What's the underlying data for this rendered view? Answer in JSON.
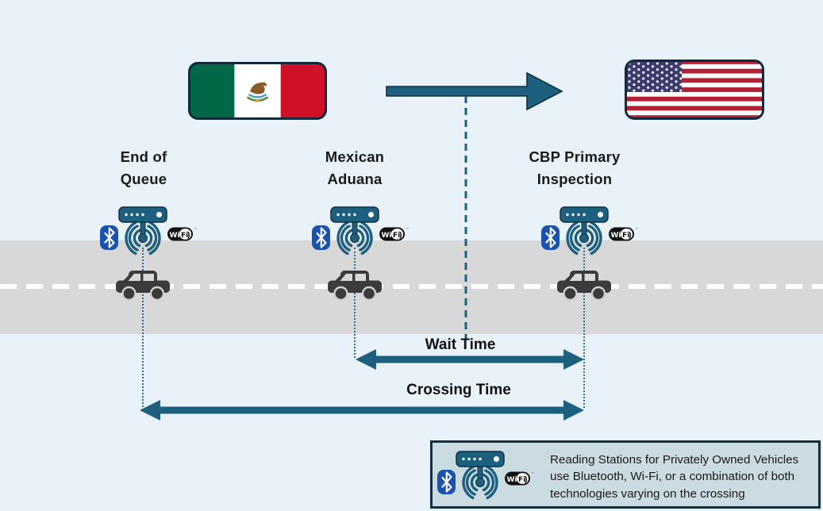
{
  "diagram_title": "Border crossing time measurement diagram",
  "flags": {
    "mexico": {
      "name": "mexico-flag",
      "green": "#006847",
      "white": "#ffffff",
      "red": "#ce1126"
    },
    "usa": {
      "name": "usa-flag",
      "red": "#b22234",
      "white": "#ffffff",
      "blue": "#3c3b6e"
    }
  },
  "flow": {
    "direction": "right",
    "from": "Mexico",
    "to": "United States"
  },
  "stations": [
    {
      "id": "end-of-queue",
      "label_line1": "End of",
      "label_line2": "Queue"
    },
    {
      "id": "mexican-aduana",
      "label_line1": "Mexican",
      "label_line2": "Aduana"
    },
    {
      "id": "cbp-primary-inspection",
      "label_line1": "CBP Primary",
      "label_line2": "Inspection"
    }
  ],
  "measurements": {
    "wait": {
      "label": "Wait Time",
      "span": [
        "mexican-aduana",
        "cbp-primary-inspection"
      ]
    },
    "crossing": {
      "label": "Crossing Time",
      "span": [
        "end-of-queue",
        "cbp-primary-inspection"
      ]
    }
  },
  "legend": {
    "lines": [
      "Reading Stations for Privately Owned Vehicles",
      "use Bluetooth, Wi-Fi, or a combination of both",
      "technologies varying on the crossing"
    ]
  },
  "icons": {
    "sensor": "reading-station-icon",
    "bluetooth": "bluetooth-icon",
    "car": "car-icon",
    "wifi_logo": {
      "left": "Wi",
      "right": "Fi",
      "paren": ")",
      "tm": "™"
    }
  },
  "colors": {
    "background": "#eaf2f9",
    "road": "#d8d8d8",
    "teal_accent": "#1d5f7e",
    "dark_outline": "#14303c",
    "bluetooth_blue": "#1a52ae",
    "legend_background": "#cbdbe2",
    "text": "#1a1a1a"
  }
}
